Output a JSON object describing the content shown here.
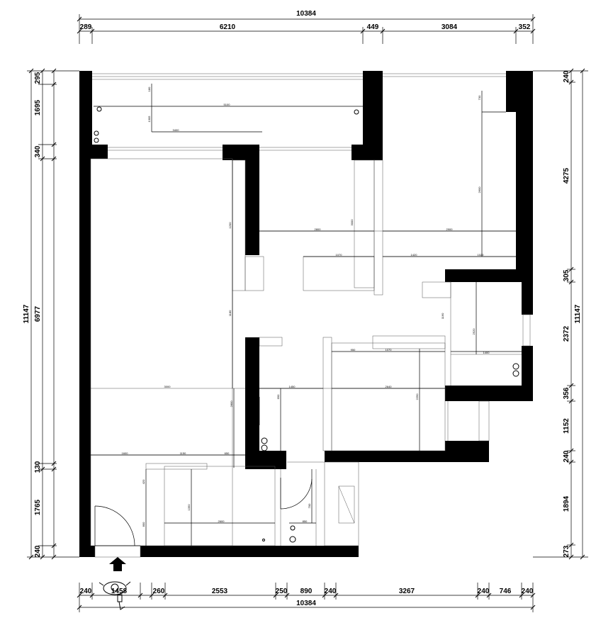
{
  "top": {
    "total": "10384",
    "segments": [
      "289",
      "6210",
      "449",
      "3084",
      "352"
    ]
  },
  "bottom": {
    "total": "10384",
    "segments": [
      "240",
      "1458",
      "260",
      "2553",
      "250",
      "890",
      "240",
      "3267",
      "240",
      "746",
      "240"
    ]
  },
  "left": {
    "total": "11147",
    "sub": "6977",
    "segments": [
      "295",
      "1695",
      "340",
      "130",
      "1765",
      "240"
    ]
  },
  "right": {
    "total": "11147",
    "segments": [
      "240",
      "4275",
      "305",
      "2372",
      "356",
      "1152",
      "240",
      "1894",
      "273"
    ]
  },
  "interior": {
    "balcony_width": "5100",
    "balcony_depth": "1305",
    "balcony_inner": "3400",
    "balcony_small": "180",
    "right_room_height": "2600",
    "right_room_top": "730",
    "hall_a": "2800",
    "hall_b": "2900",
    "hall_c": "3000",
    "corridor_a": "1070",
    "corridor_b": "1420",
    "corridor_c": "1020",
    "corridor_h": "850",
    "living_width": "3000",
    "living_v": "2800",
    "kitchen_w1": "950",
    "kitchen_w2": "1070",
    "kitchen_w3": "1400",
    "bath_w": "1160",
    "bath_h": "2520",
    "room_w1": "1450",
    "room_w2": "2640",
    "room_v": "2250",
    "entry_w1": "1600",
    "entry_w2": "1150",
    "entry_w3": "650",
    "toilet_w": "2600",
    "toilet_v": "1350",
    "small_a": "690",
    "small_b": "420",
    "small_c": "800",
    "small_d": "700",
    "wall_v1": "1200",
    "wall_v2": "1180"
  }
}
